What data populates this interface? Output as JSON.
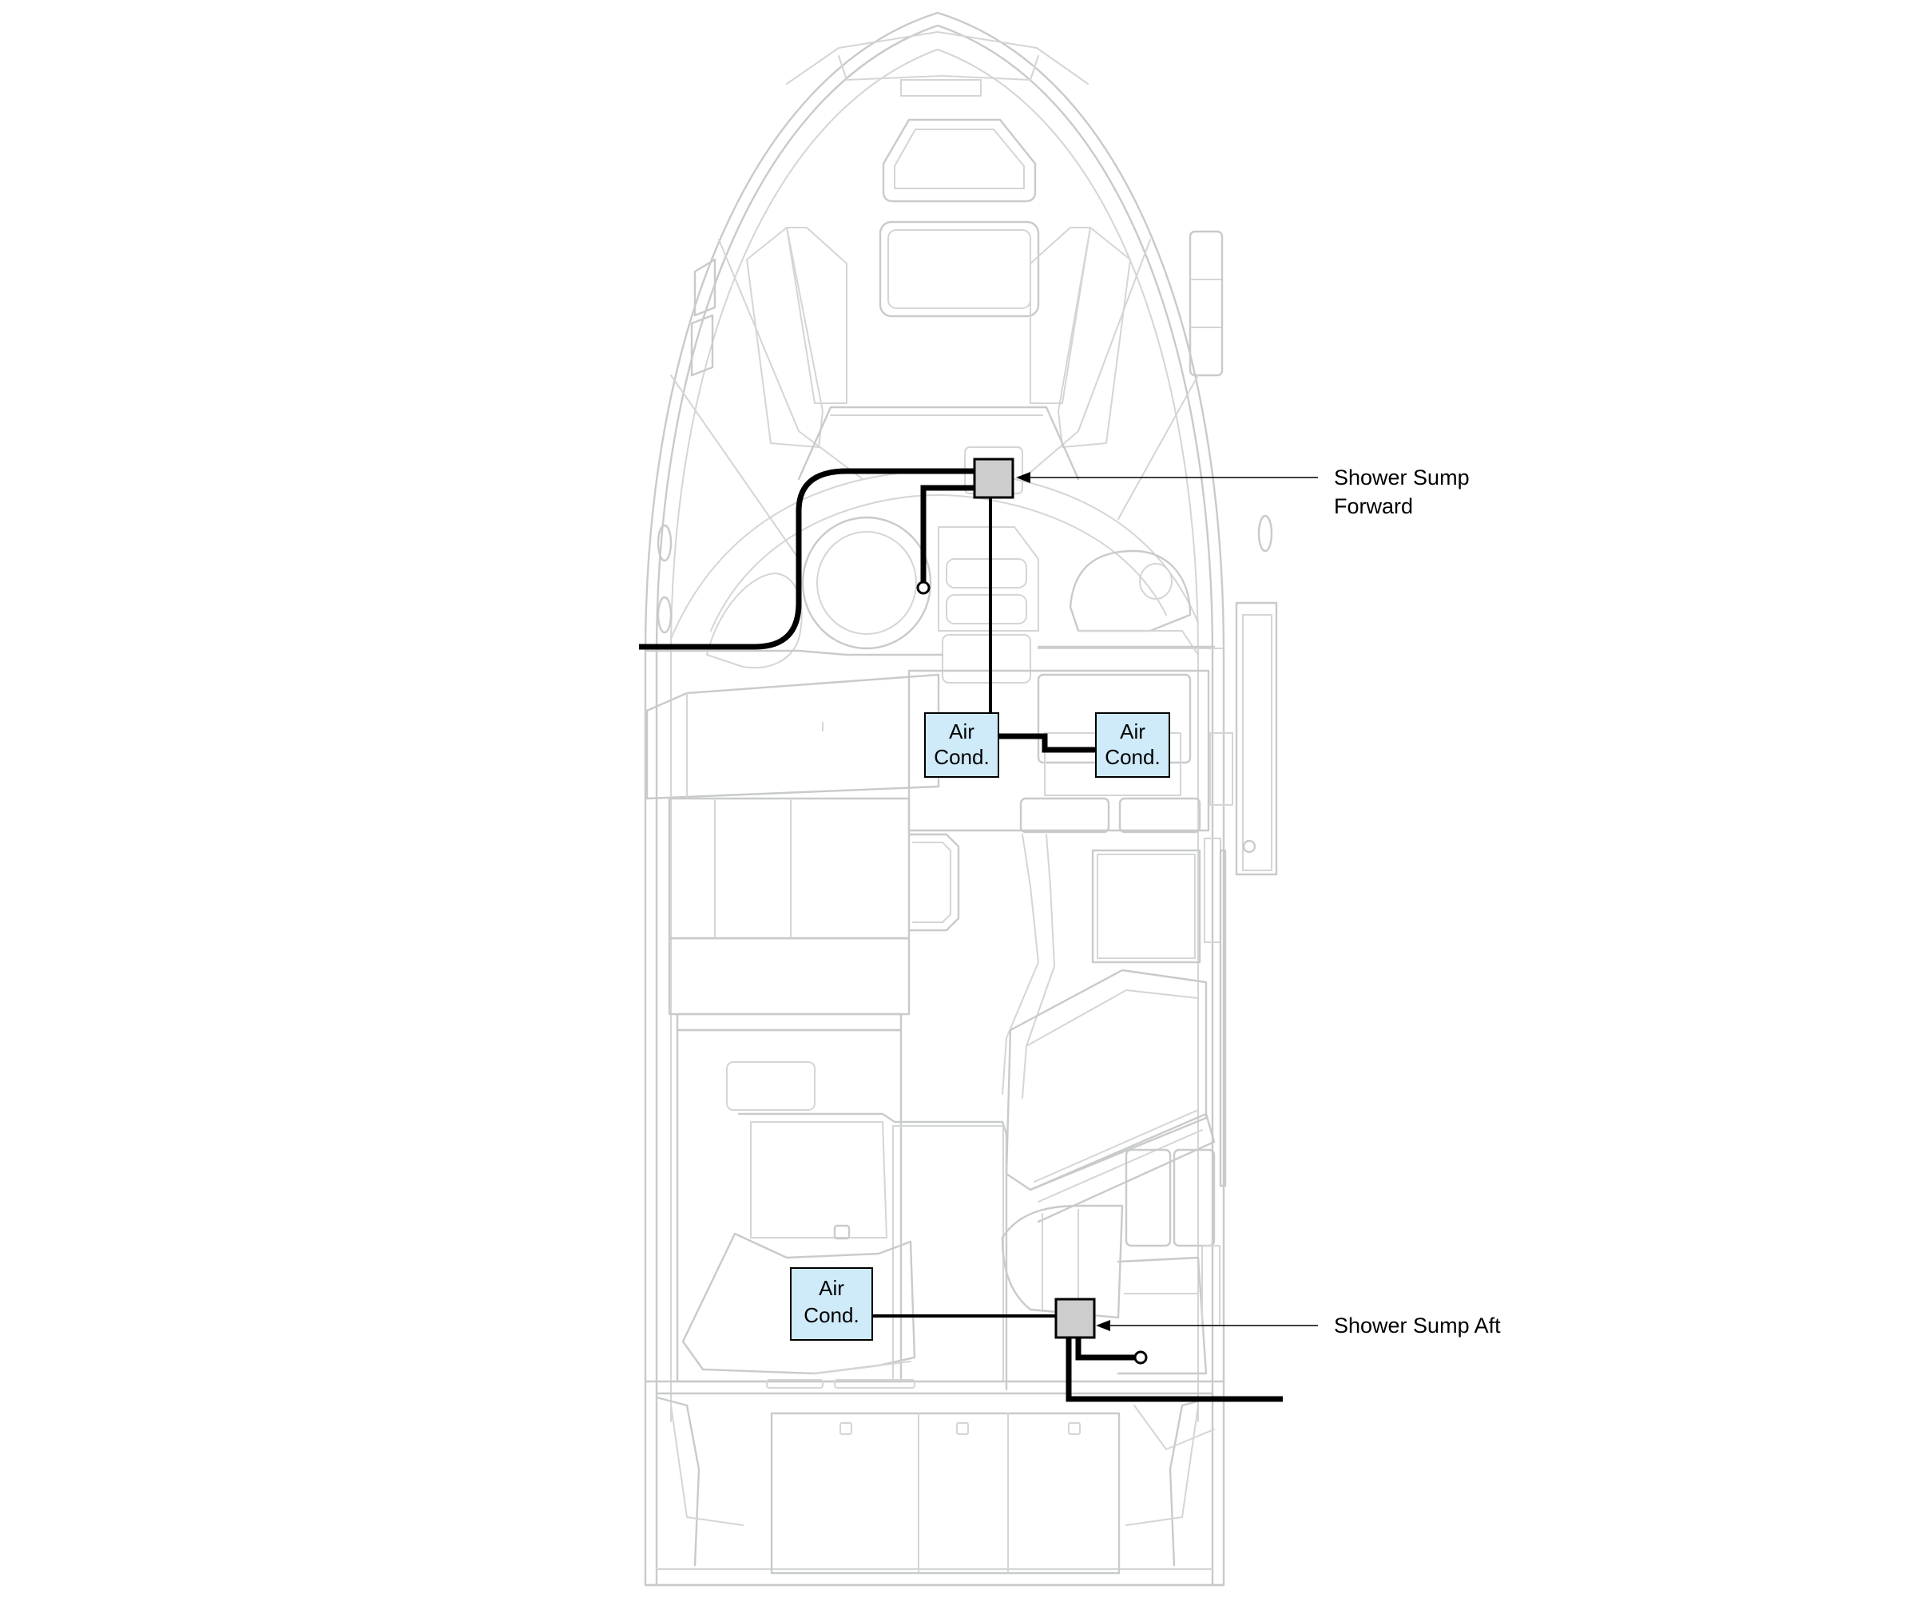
{
  "labels": {
    "shower_sump_forward": [
      "Shower Sump",
      "Forward"
    ],
    "shower_sump_aft": "Shower Sump Aft"
  },
  "air_conditioners": [
    {
      "line1": "Air",
      "line2": "Cond."
    },
    {
      "line1": "Air",
      "line2": "Cond."
    },
    {
      "line1": "Air",
      "line2": "Cond."
    }
  ],
  "colors": {
    "hull_outline": "#c8cacc",
    "plumbing": "#000000",
    "air_cond_fill": "#cfeaf8",
    "sump_fill": "#cdcdcd"
  }
}
